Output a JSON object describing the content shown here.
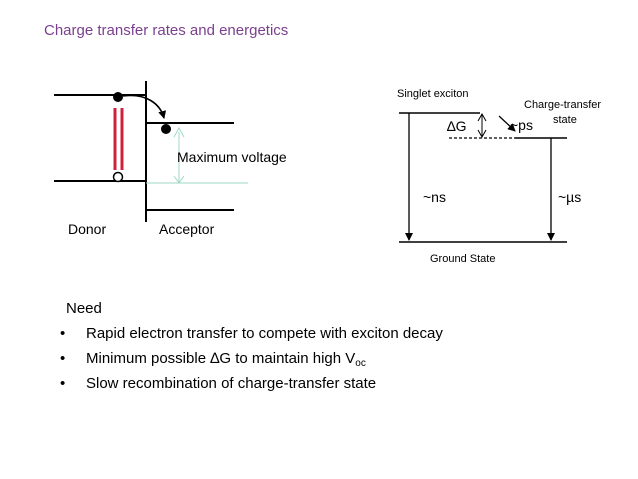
{
  "title": "Charge transfer rates and energetics",
  "left_diagram": {
    "max_voltage_label": "Maximum voltage",
    "donor_label": "Donor",
    "acceptor_label": "Acceptor",
    "colors": {
      "exciton_bar": "#d0213b",
      "voltage_arrow": "#9fd8c6",
      "transfer_arrow": "#000000"
    }
  },
  "right_diagram": {
    "singlet_label": "Singlet exciton",
    "ct_label_line1": "Charge-transfer",
    "ct_label_line2": "state",
    "delta_g_label": "∆G",
    "ps_label": "~ps",
    "ns_label": "~ns",
    "us_label": "~µs",
    "ground_label": "Ground State"
  },
  "bullets": {
    "heading": "Need",
    "bullet_glyph": "•",
    "item1": "Rapid electron transfer to compete with exciton decay",
    "item2_main": "Minimum possible ∆G to maintain high V",
    "item2_sub": "oc",
    "item3": "Slow recombination of charge-transfer state"
  }
}
